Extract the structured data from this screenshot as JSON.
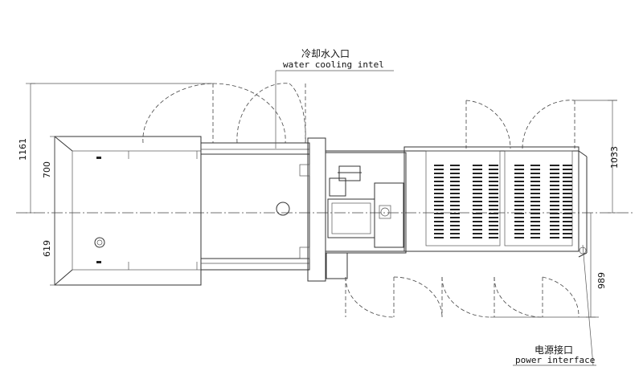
{
  "labels": {
    "water_inlet_cn": "冷却水入口",
    "water_inlet_en": "water cooling intel",
    "power_cn": "电源接口",
    "power_en": "power interface"
  },
  "dimensions": {
    "d1161": "1161",
    "d700": "700",
    "d619": "619",
    "d1033": "1033",
    "d989": "989"
  }
}
